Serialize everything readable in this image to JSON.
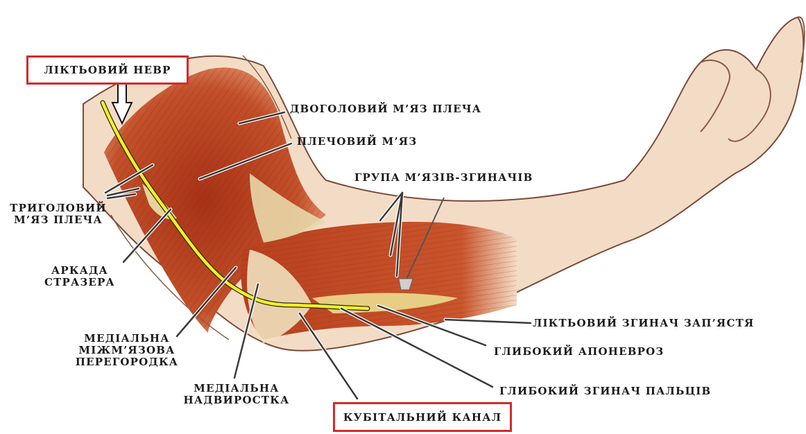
{
  "labels": {
    "ulnar_nerve": "ЛІКТЬОВИЙ НЕВР",
    "biceps": "ДВОГОЛОВИЙ М’ЯЗ ПЛЕЧА",
    "brachialis": "ПЛЕЧОВИЙ М’ЯЗ",
    "flexor_group": "ГРУПА М’ЯЗІВ-ЗГИНАЧІВ",
    "triceps": [
      "ТРИГОЛОВИЙ",
      "М’ЯЗ ПЛЕЧА"
    ],
    "struthers_arcade": [
      "АРКАДА",
      "СТРАЗЕРА"
    ],
    "intermuscular_septum": [
      "МЕДІАЛЬНА",
      "МІЖМ’ЯЗОВА",
      "ПЕРЕГОРОДКА"
    ],
    "medial_epicondyle": [
      "МЕДІАЛЬНА",
      "НАДВИРОСТКА"
    ],
    "flexor_carpi_ulnaris": "ЛІКТЬОВИЙ ЗГИНАЧ ЗАП’ЯСТЯ",
    "deep_aponeurosis": "ГЛИБОКИЙ АПОНЕВРОЗ",
    "flexor_digitorum_profundus": "ГЛИБОКИЙ ЗГИНАЧ ПАЛЬЦІВ",
    "cubital_tunnel": "КУБІТАЛЬНИЙ КАНАЛ"
  },
  "colors": {
    "highlight_box": "#d42a2a",
    "nerve": "#f2ee2a",
    "muscle": "#b8401f",
    "skin": "#f3dcc6",
    "leader_line": "#3a3a3a"
  }
}
